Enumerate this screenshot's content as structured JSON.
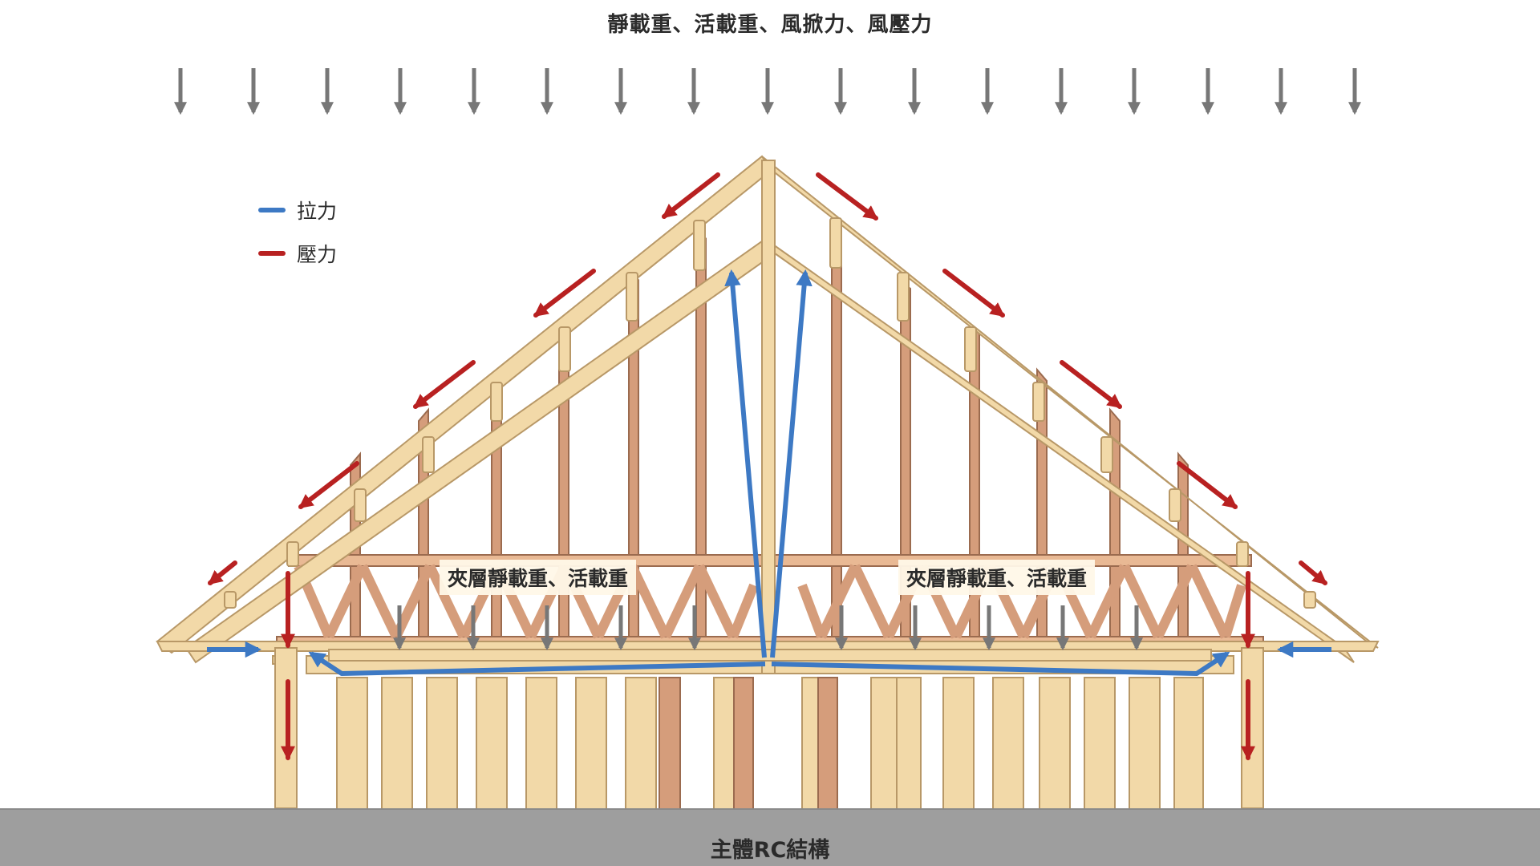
{
  "title": "靜載重、活載重、風掀力、風壓力",
  "legend": {
    "tension": {
      "label": "拉力",
      "color": "#3d79c4"
    },
    "compression": {
      "label": "壓力",
      "color": "#b82121"
    }
  },
  "loft_loads": {
    "left": "夾層靜載重、活載重",
    "right": "夾層靜載重、活載重"
  },
  "foundation": {
    "label": "主體RC結構",
    "color": "#9e9e9e"
  },
  "colors": {
    "timber_light": "#f2d9a8",
    "timber_light_stroke": "#b89867",
    "timber_dark": "#d59d7b",
    "timber_dark_stroke": "#9b6b4f",
    "load_arrow": "#777777"
  }
}
